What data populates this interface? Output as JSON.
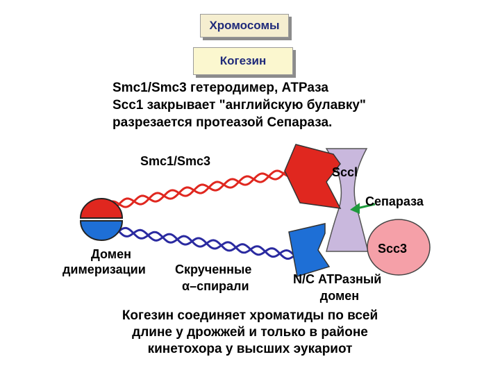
{
  "header": {
    "chromosomes_tag": "Хромосомы",
    "cohesin_tag": "Когезин"
  },
  "intro": {
    "line1": "Smc1/Smc3 гетеродимер, АТРаза",
    "line2": "Scc1 закрывает \"английскую булавку\"",
    "line3": "разрезается протеазой Сепараза."
  },
  "diagram": {
    "smc_label": "Smc1/Smc3",
    "sccl_label": "Sccl",
    "separase_label": "Сепараза",
    "scc3_label": "Scc3",
    "dimerization_line1": "Домен",
    "dimerization_line2": "димеризации",
    "coiled_line1": "Скрученные",
    "coiled_line2": "α–спирали",
    "atpase_line1": "N/C АТРазный",
    "atpase_line2": "домен",
    "colors": {
      "red": "#e0271f",
      "blue": "#1e6fd6",
      "navy_helix": "#2a2aa0",
      "sccl_fill": "#c9b8dd",
      "scc3_fill": "#f5a0a8",
      "arrow": "#1e9a3c"
    }
  },
  "footer": {
    "line1": "Когезин соединяет хроматиды по всей",
    "line2": "длине у дрожжей и только в районе",
    "line3": "кинетохора у высших эукариот"
  }
}
